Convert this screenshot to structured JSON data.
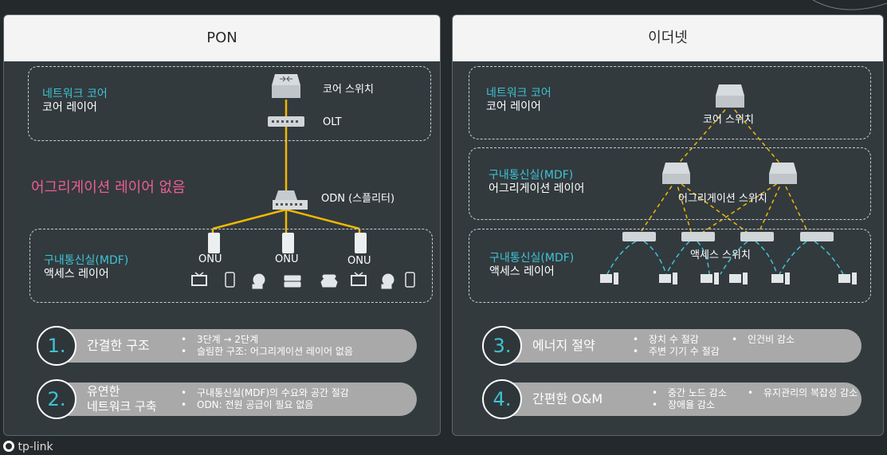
{
  "pon": {
    "title": "PON",
    "core_label_cyan": "네트워크 코어",
    "core_label_white": "코어 레이어",
    "core_switch": "코어 스위치",
    "olt": "OLT",
    "no_agg": "어그리게이션 레이어 없음",
    "odn": "ODN (스플리터)",
    "access_label_cyan": "구내통신실(MDF)",
    "access_label_white": "액세스 레이어",
    "onu": [
      "ONU",
      "ONU",
      "ONU"
    ],
    "feature1": {
      "num": "1.",
      "title": "간결한 구조",
      "bullets": [
        "3단계 → 2단계",
        "슬림한 구조: 어그리게이션 레이어 없음"
      ]
    },
    "feature2": {
      "num": "2.",
      "title_line1": "유연한",
      "title_line2": "네트워크 구축",
      "bullets": [
        "구내통신실(MDF)의 수요와 공간 절감",
        "ODN: 전원 공급이 필요 없음"
      ]
    }
  },
  "ethernet": {
    "title": "이더넷",
    "core_label_cyan": "네트워크 코어",
    "core_label_white": "코어 레이어",
    "core_switch": "코어 스위치",
    "agg_label_cyan": "구내통신실(MDF)",
    "agg_label_white": "어그리게이션 레이어",
    "agg_switch": "어그리게이션 스위치",
    "access_label_cyan": "구내통신실(MDF)",
    "access_label_white": "액세스 레이어",
    "access_switch": "액세스 스위치",
    "feature3": {
      "num": "3.",
      "title": "에너지 절약",
      "bullets": [
        "장치 수 절감",
        "인건비 감소",
        "주변 기기 수 절감"
      ]
    },
    "feature4": {
      "num": "4.",
      "title": "간편한 O&M",
      "bullets": [
        "중간 노드 감소",
        "유지관리의 복잡성 감소",
        "장애율 감소"
      ]
    }
  },
  "footer": {
    "logo_text": "tp-link"
  },
  "colors": {
    "accent_cyan": "#3fc3d4",
    "fiber_yellow": "#f2b705",
    "highlight_pink": "#ee5d8f",
    "ethernet_cable": "#3fc3d4"
  }
}
